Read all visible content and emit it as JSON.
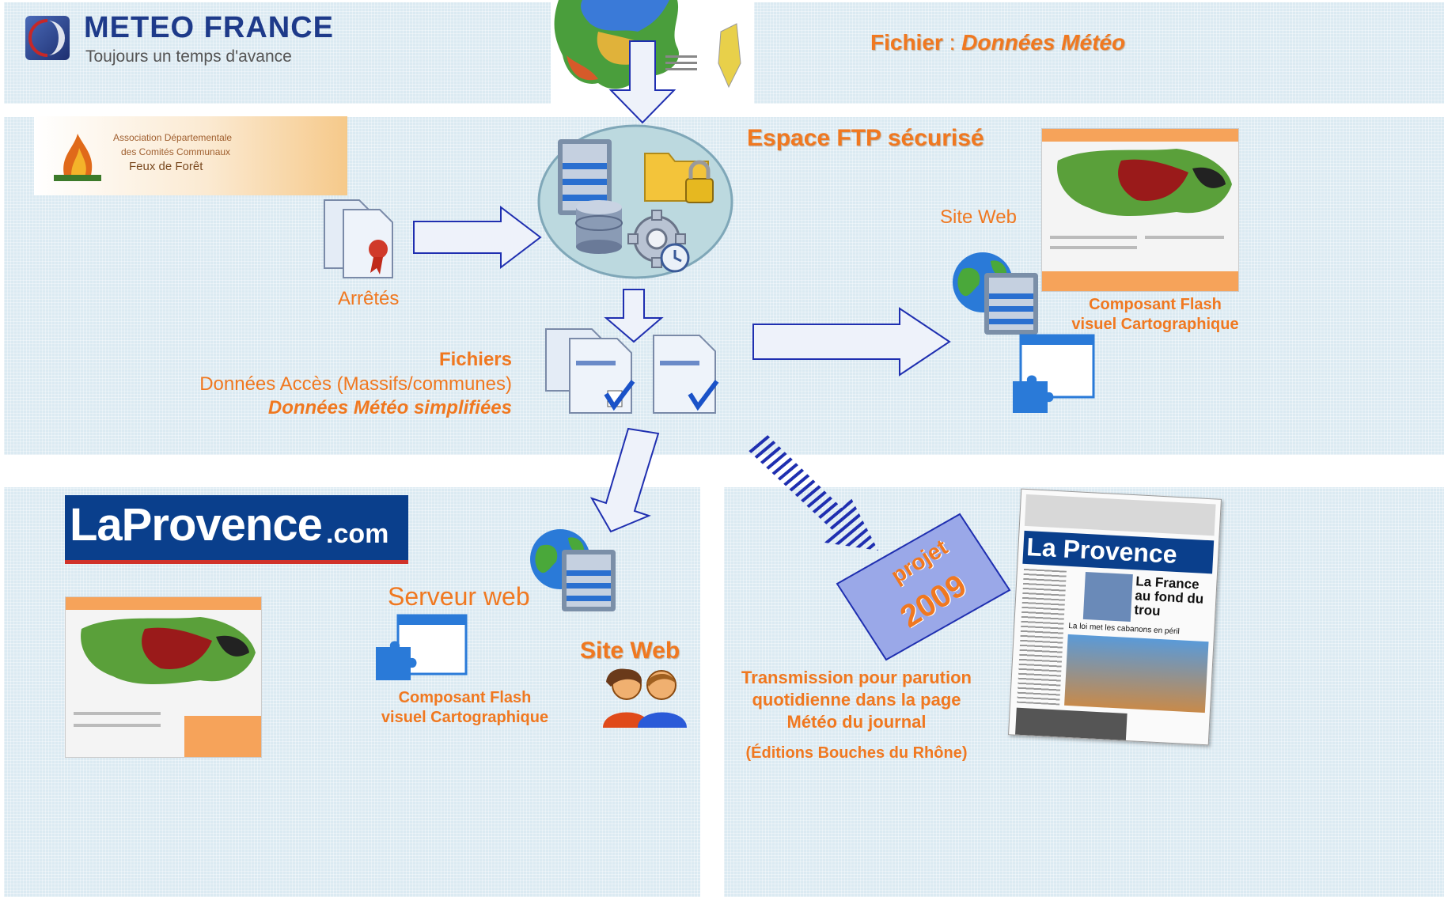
{
  "header": {
    "meteo_logo": {
      "title": "METEO FRANCE",
      "subtitle": "Toujours un temps d'avance"
    },
    "file_label": {
      "prefix": "Fichier",
      "separator": " : ",
      "name": "Données Météo"
    }
  },
  "ftp": {
    "title": "Espace FTP sécurisé",
    "arretes_label": "Arrêtés",
    "assoc_logo_lines": [
      "Association Départementale",
      "des Comités Communaux",
      "Feux de Forêt"
    ],
    "files": {
      "title": "Fichiers",
      "line1": "Données Accès (Massifs/communes)",
      "line2": "Données Météo simplifiées"
    }
  },
  "right_site": {
    "label": "Site Web",
    "component_line1": "Composant Flash",
    "component_line2": "visuel Cartographique"
  },
  "provence": {
    "logo_main": "LaProvence",
    "logo_suffix": ".com",
    "server_label": "Serveur web",
    "site_label": "Site Web",
    "component_line1": "Composant Flash",
    "component_line2": "visuel Cartographique"
  },
  "journal": {
    "stamp_word": "projet",
    "stamp_year": "2009",
    "transmission_lines": [
      "Transmission pour parution",
      "quotidienne dans la page",
      "Météo du journal"
    ],
    "edition": "(Éditions Bouches du Rhône)",
    "newspaper_title": "La Provence",
    "newspaper_headline": "La France au fond du trou",
    "newspaper_sub": "La loi met les cabanons en péril"
  },
  "colors": {
    "accent": "#f07820",
    "band": "#dbeaf2",
    "arrow_fill": "#e8eef8",
    "arrow_stroke": "#1f2fb0",
    "stamp": "#9aa8e8"
  }
}
